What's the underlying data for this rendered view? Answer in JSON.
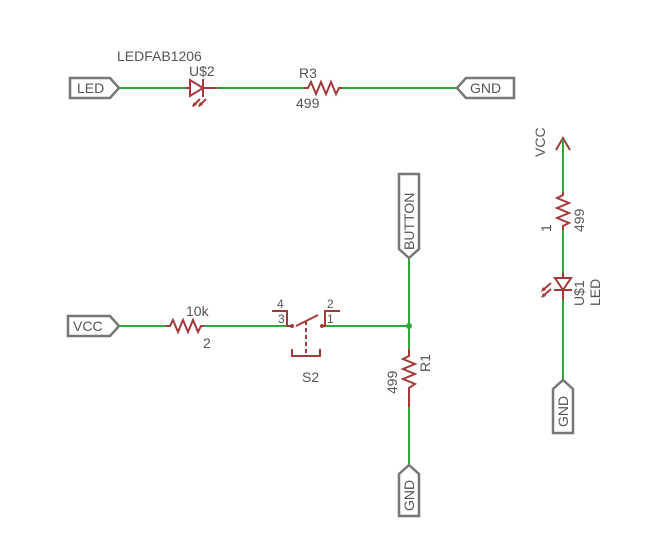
{
  "colors": {
    "wire": "#2ea83a",
    "symbol": "#a33a3a",
    "port_border": "#777777",
    "text": "#555555"
  },
  "led_circuit": {
    "port_left": "LED",
    "led_value": "LEDFAB1206",
    "led_name": "U$2",
    "resistor_name": "R3",
    "resistor_value": "499",
    "port_right": "GND"
  },
  "right_circuit": {
    "vcc_label": "VCC",
    "resistor_pin": "1",
    "resistor_value": "499",
    "led_name": "U$1",
    "led_value": "LED",
    "port_bottom": "GND"
  },
  "button_circuit": {
    "port_vcc": "VCC",
    "resistor_value": "10k",
    "resistor_pin": "2",
    "switch_pin_tl": "4",
    "switch_pin_bl": "3",
    "switch_pin_tr": "2",
    "switch_pin_br": "1",
    "switch_name": "S2",
    "port_button": "BUTTON",
    "pulldown_name": "R1",
    "pulldown_value": "499",
    "port_gnd": "GND"
  }
}
